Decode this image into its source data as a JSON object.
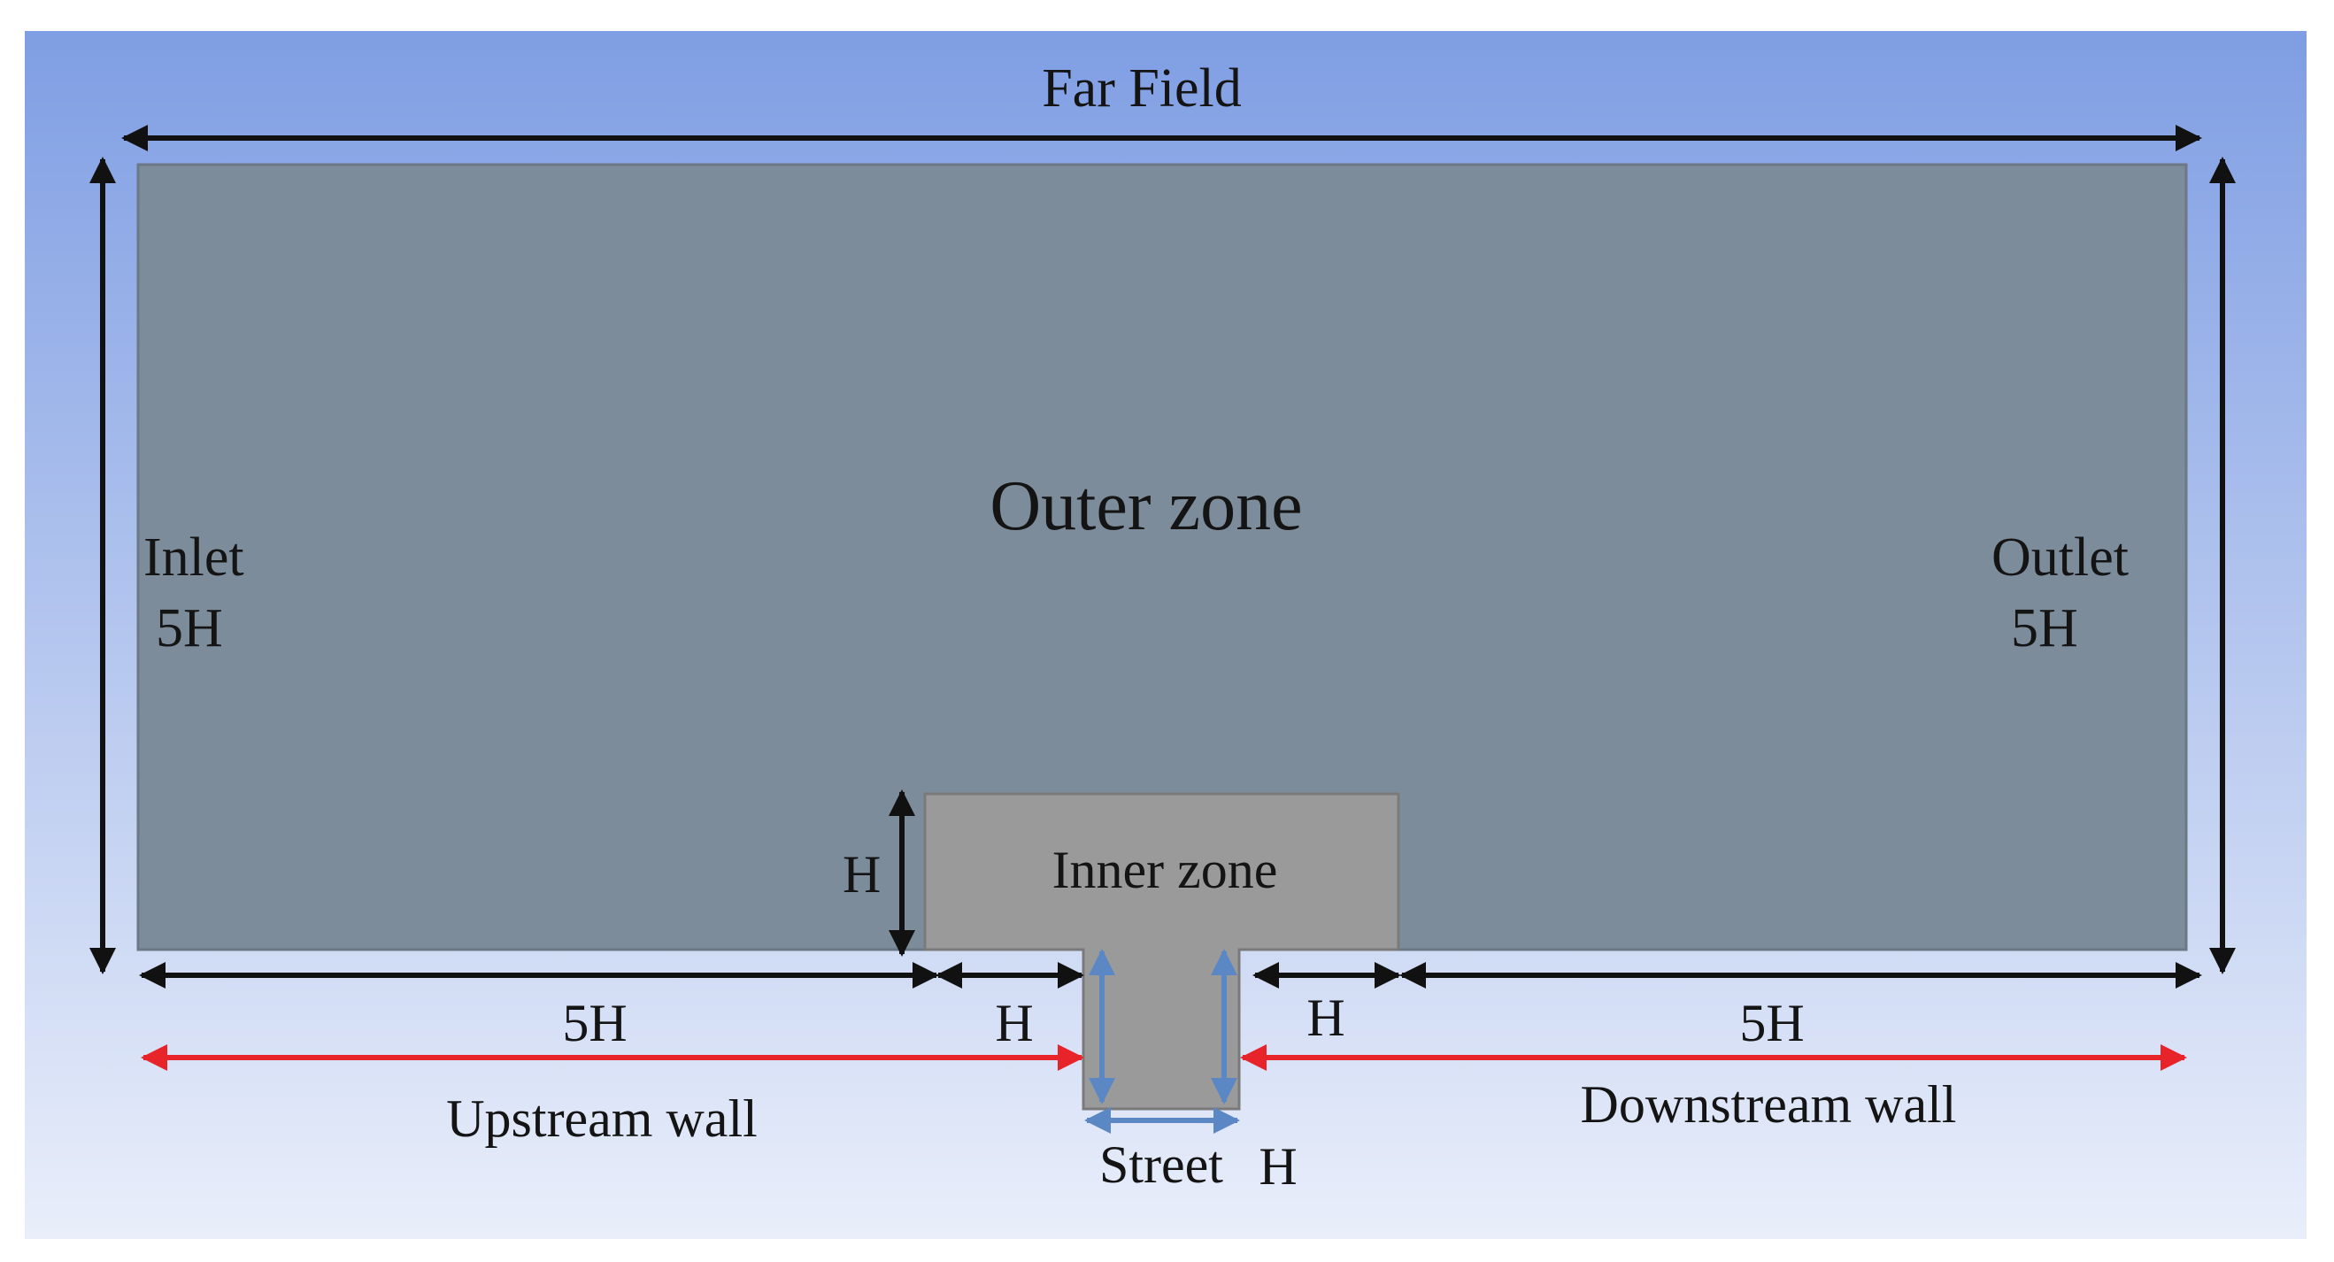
{
  "diagram": {
    "far_field_label": "Far Field",
    "outer_zone_label": "Outer zone",
    "inner_zone_label": "Inner zone",
    "inlet_label": "Inlet",
    "inlet_height": "5H",
    "outlet_label": "Outlet",
    "outlet_height": "5H",
    "inner_zone_height": "H",
    "upstream_length": "5H",
    "upstream_inner_length": "H",
    "downstream_inner_length": "H",
    "downstream_length": "5H",
    "upstream_wall_label": "Upstream wall",
    "downstream_wall_label": "Downstream wall",
    "street_label": "Street",
    "street_width": "H"
  },
  "colors": {
    "background_top": "#7f9ee3",
    "background_bottom": "#e9eefa",
    "outer_zone": "#7d8c9b",
    "inner_zone": "#9a9a9a",
    "dimension_arrow": "#111111",
    "wall_arrow": "#e8242b",
    "street_arrow": "#5b87c5"
  }
}
